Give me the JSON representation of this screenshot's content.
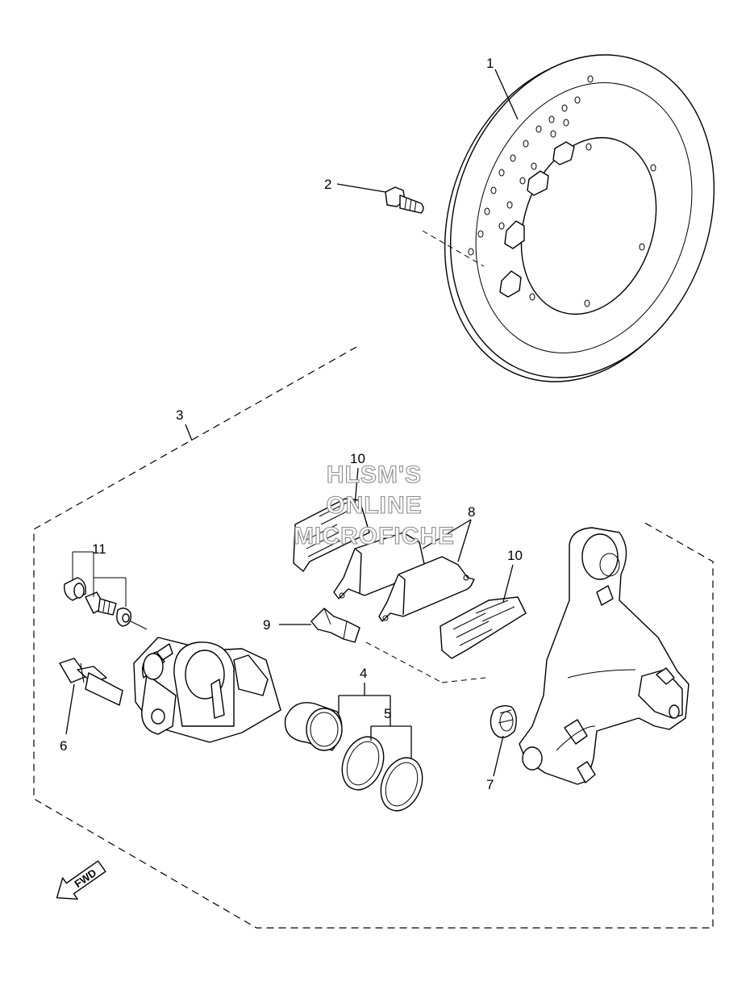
{
  "diagram": {
    "callouts": [
      {
        "id": "1",
        "label": "1"
      },
      {
        "id": "2",
        "label": "2"
      },
      {
        "id": "3",
        "label": "3"
      },
      {
        "id": "4",
        "label": "4"
      },
      {
        "id": "5",
        "label": "5"
      },
      {
        "id": "6",
        "label": "6"
      },
      {
        "id": "7",
        "label": "7"
      },
      {
        "id": "8",
        "label": "8"
      },
      {
        "id": "9",
        "label": "9"
      },
      {
        "id": "10a",
        "label": "10"
      },
      {
        "id": "10b",
        "label": "10"
      },
      {
        "id": "11",
        "label": "11"
      }
    ],
    "watermark": [
      "HLSM'S",
      "ONLINE",
      "MICROFICHE"
    ],
    "direction_arrow": "FWD"
  }
}
